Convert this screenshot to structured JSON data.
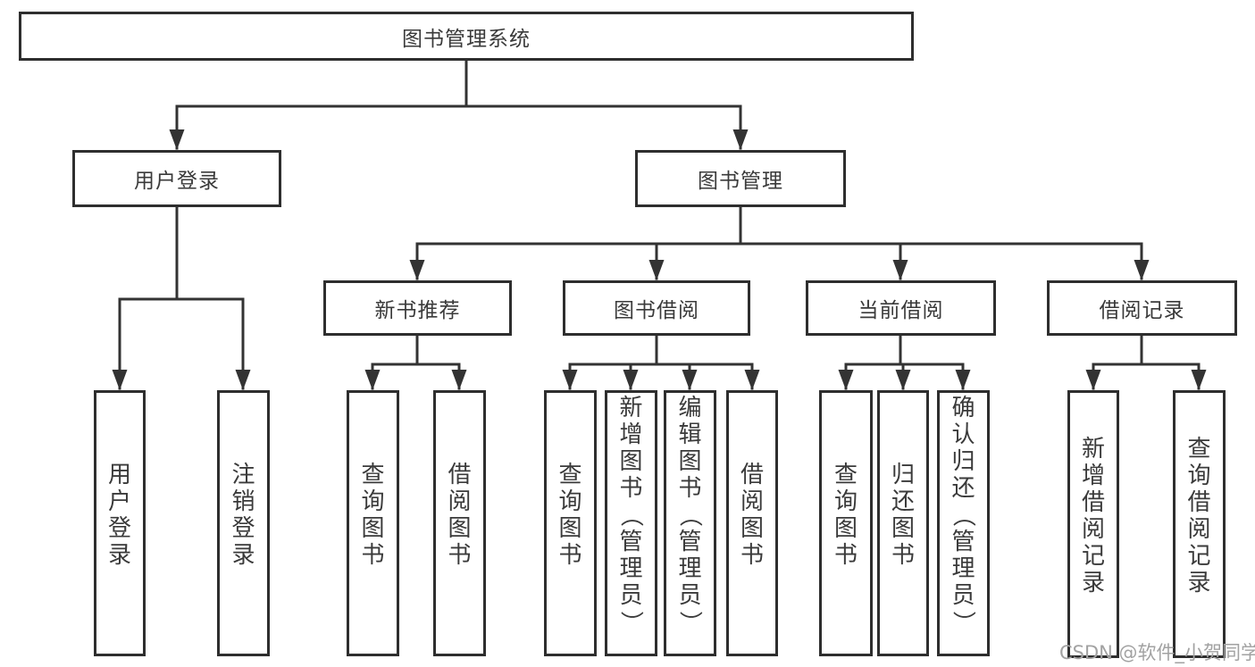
{
  "diagram_title": "图书管理系统",
  "tree": {
    "label": "图书管理系统",
    "children": [
      {
        "label": "用户登录",
        "children": [
          {
            "label": "用户登录"
          },
          {
            "label": "注销登录"
          }
        ]
      },
      {
        "label": "图书管理",
        "children": [
          {
            "label": "新书推荐",
            "children": [
              {
                "label": "查询图书"
              },
              {
                "label": "借阅图书"
              }
            ]
          },
          {
            "label": "图书借阅",
            "children": [
              {
                "label": "查询图书"
              },
              {
                "label": "新增图书（管理员）"
              },
              {
                "label": "编辑图书（管理员）"
              },
              {
                "label": "借阅图书"
              }
            ]
          },
          {
            "label": "当前借阅",
            "children": [
              {
                "label": "查询图书"
              },
              {
                "label": "归还图书"
              },
              {
                "label": "确认归还（管理员）"
              }
            ]
          },
          {
            "label": "借阅记录",
            "children": [
              {
                "label": "新增借阅记录"
              },
              {
                "label": "查询借阅记录"
              }
            ]
          }
        ]
      }
    ]
  },
  "watermark": {
    "text": "CSDN @软件_小贺同学"
  },
  "colors": {
    "background": "#ffffff",
    "box_border": "#2e2e2e",
    "connector_line": "#333333",
    "text": "#3a3a3a",
    "watermark": "#a2a2a2"
  }
}
